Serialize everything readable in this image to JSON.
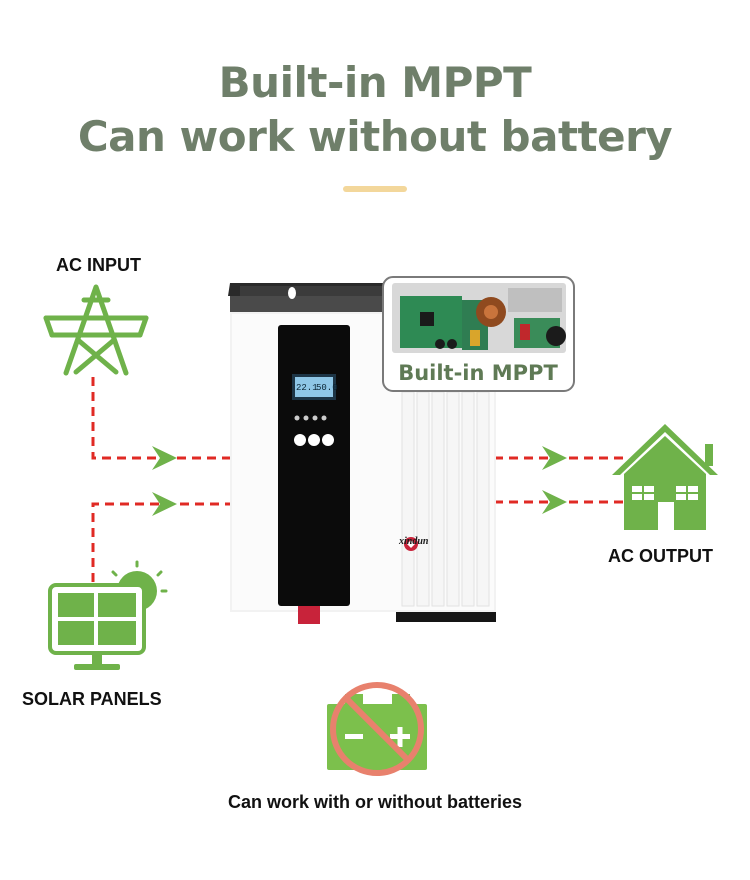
{
  "headline": {
    "line1": "Built-in MPPT",
    "line2": "Can work without battery"
  },
  "labels": {
    "ac_input": "AC INPUT",
    "solar_panels": "SOLAR PANELS",
    "ac_output": "AC OUTPUT",
    "mppt_badge": "Built-in MPPT",
    "brand": "xindun",
    "battery_caption": "Can work with or without batteries",
    "lcd_left": "22.1",
    "lcd_right": "50.0"
  },
  "colors": {
    "headline": "#6f7f6a",
    "accent": "#f3d79b",
    "icon_green": "#6fb24a",
    "arrow_red": "#e02a24",
    "arrow_green": "#6fb24a",
    "battery_green": "#7cc04c",
    "prohibit": "#e8816d"
  },
  "icons": {
    "ac_input": "transmission-tower-icon",
    "solar": "solar-panel-sun-icon",
    "ac_output": "house-icon",
    "battery": "battery-prohibited-icon"
  }
}
